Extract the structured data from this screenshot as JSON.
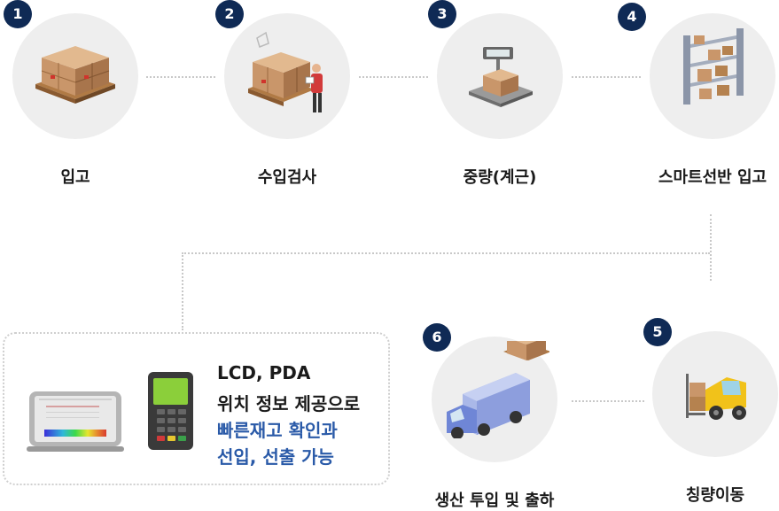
{
  "steps": [
    {
      "number": "1",
      "label": "입고",
      "icon": "pallet-boxes-icon"
    },
    {
      "number": "2",
      "label": "수입검사",
      "icon": "inspection-worker-icon"
    },
    {
      "number": "3",
      "label": "중량(계근)",
      "icon": "weighing-scale-icon"
    },
    {
      "number": "4",
      "label": "스마트선반 입고",
      "icon": "smart-shelf-icon"
    },
    {
      "number": "5",
      "label": "칭량이동",
      "icon": "forklift-icon"
    },
    {
      "number": "6",
      "label": "생산 투입 및 출하",
      "icon": "delivery-truck-icon"
    }
  ],
  "info": {
    "line1": "LCD, PDA",
    "line2": "위치 정보 제공으로",
    "line3": "빠른재고 확인과",
    "line4": "선입, 선출 가능",
    "highlight_color": "#2a5aa8",
    "devices": [
      "lcd-monitor-icon",
      "pda-device-icon"
    ]
  }
}
